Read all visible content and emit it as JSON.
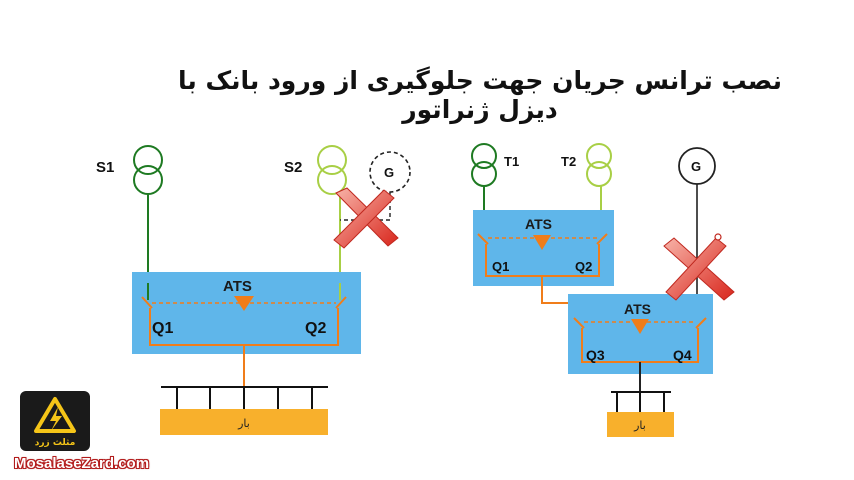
{
  "title": "نصب ترانس جریان جهت جلوگیری از ورود بانک با دیزل ژنراتور",
  "left_diagram": {
    "source1_label": "S1",
    "source2_label": "S2",
    "generator_label": "G",
    "ats_label": "ATS",
    "q1_label": "Q1",
    "q2_label": "Q2",
    "load_label": "بار"
  },
  "right_diagram": {
    "t1_label": "T1",
    "t2_label": "T2",
    "generator_label": "G",
    "ats_upper_label": "ATS",
    "q1_label": "Q1",
    "q2_label": "Q2",
    "ats_lower_label": "ATS",
    "q3_label": "Q3",
    "q4_label": "Q4",
    "load_label": "بار"
  },
  "logo": {
    "brand_text": "مثلث زرد",
    "site": "MosalaseZard.com"
  },
  "colors": {
    "ats_box": "#5fb6ea",
    "ats_orange": "#f07d1a",
    "green_dark": "#1e7a22",
    "green_light": "#a8cf45",
    "load_box": "#f8b02c",
    "cross_red": "#e53a2c"
  }
}
